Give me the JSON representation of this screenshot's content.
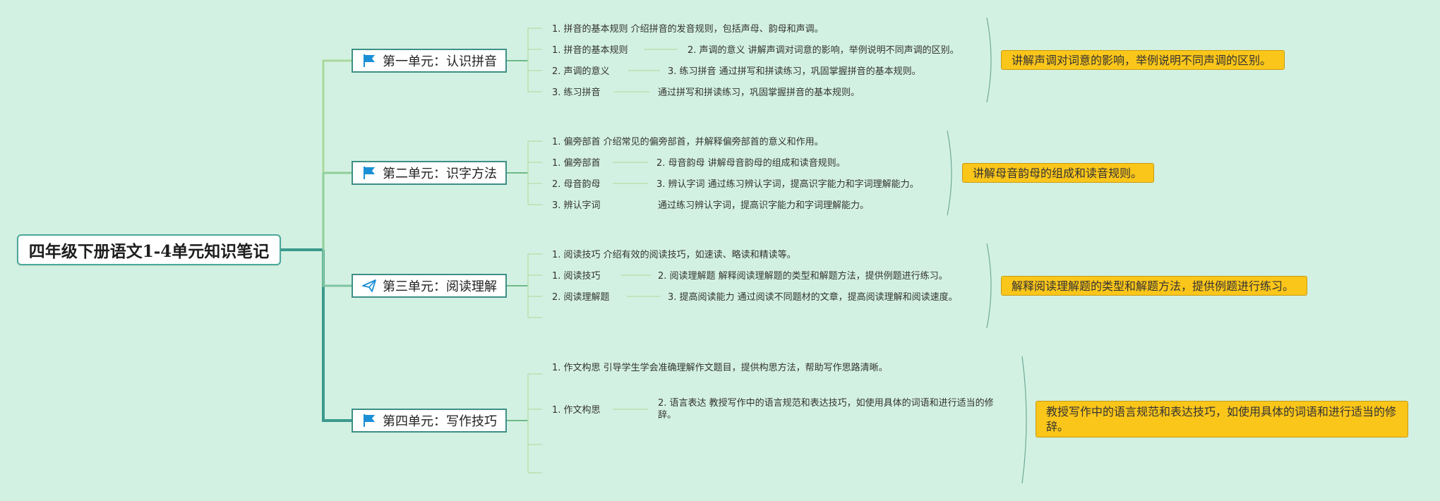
{
  "root": {
    "title": "四年级下册语文1-4单元知识笔记"
  },
  "units": [
    {
      "title": "第一单元：认识拼音",
      "icon": "flag-icon",
      "items": [
        {
          "text": "1. 拼音的基本规则 介绍拼音的发音规则，包括声母、韵母和声调。"
        },
        {
          "text": "1. 拼音的基本规则",
          "detail": "2. 声调的意义 讲解声调对词意的影响，举例说明不同声调的区别。"
        },
        {
          "text": "2. 声调的意义",
          "detail": "3. 练习拼音 通过拼写和拼读练习，巩固掌握拼音的基本规则。"
        },
        {
          "text": "3. 练习拼音",
          "detail": "通过拼写和拼读练习，巩固掌握拼音的基本规则。"
        }
      ],
      "summary": "讲解声调对词意的影响，举例说明不同声调的区别。"
    },
    {
      "title": "第二单元：识字方法",
      "icon": "flag-icon",
      "items": [
        {
          "text": "1. 偏旁部首 介绍常见的偏旁部首，并解释偏旁部首的意义和作用。"
        },
        {
          "text": "1. 偏旁部首",
          "detail": "2. 母音韵母 讲解母音韵母的组成和读音规则。"
        },
        {
          "text": "2. 母音韵母",
          "detail": "3. 辨认字词 通过练习辨认字词，提高识字能力和字词理解能力。"
        },
        {
          "text": "3. 辨认字词",
          "detail": "通过练习辨认字词，提高识字能力和字词理解能力。"
        }
      ],
      "summary": "讲解母音韵母的组成和读音规则。"
    },
    {
      "title": "第三单元：阅读理解",
      "icon": "paper-plane-icon",
      "items": [
        {
          "text": "1. 阅读技巧 介绍有效的阅读技巧，如速读、略读和精读等。"
        },
        {
          "text": "1. 阅读技巧",
          "detail": "2. 阅读理解题 解释阅读理解题的类型和解题方法，提供例题进行练习。"
        },
        {
          "text": "2. 阅读理解题",
          "detail": "3. 提高阅读能力 通过阅读不同题材的文章，提高阅读理解和阅读速度。"
        },
        {
          "text": ""
        }
      ],
      "summary": "解释阅读理解题的类型和解题方法，提供例题进行练习。"
    },
    {
      "title": "第四单元：写作技巧",
      "icon": "flag-icon",
      "items": [
        {
          "text": "1. 作文构思 引导学生学会准确理解作文题目，提供构思方法，帮助写作思路清晰。"
        },
        {
          "text": "1. 作文构思",
          "detail": "2. 语言表达 教授写作中的语言规范和表达技巧，如使用具体的词语和进行适当的修辞。"
        },
        {
          "text": ""
        },
        {
          "text": ""
        }
      ],
      "summary": "教授写作中的语言规范和表达技巧，如使用具体的词语和进行适当的修辞。"
    }
  ],
  "colors": {
    "background": "#d3f1e2",
    "trunk": "#3b9a8d",
    "branch": "#a9d99a",
    "summary": "#fbc61a",
    "flag": "#1a8fd6"
  }
}
